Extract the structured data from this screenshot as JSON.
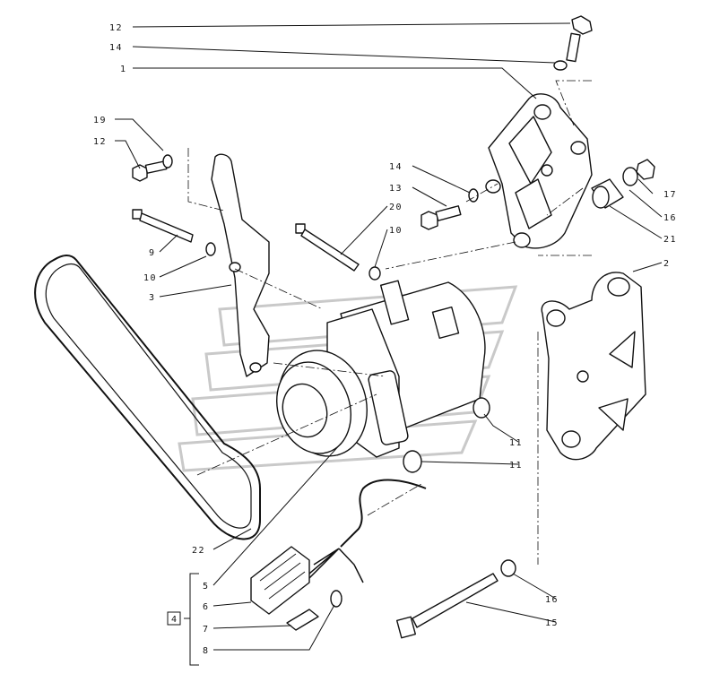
{
  "callouts": [
    {
      "id": "c12a",
      "text": "12"
    },
    {
      "id": "c14a",
      "text": "14"
    },
    {
      "id": "c1",
      "text": "1"
    },
    {
      "id": "c19",
      "text": "19"
    },
    {
      "id": "c12b",
      "text": "12"
    },
    {
      "id": "c14b",
      "text": "14"
    },
    {
      "id": "c13",
      "text": "13"
    },
    {
      "id": "c17",
      "text": "17"
    },
    {
      "id": "c16a",
      "text": "16"
    },
    {
      "id": "c21",
      "text": "21"
    },
    {
      "id": "c20",
      "text": "20"
    },
    {
      "id": "c10a",
      "text": "10"
    },
    {
      "id": "c9",
      "text": "9"
    },
    {
      "id": "c10b",
      "text": "10"
    },
    {
      "id": "c3",
      "text": "3"
    },
    {
      "id": "c2",
      "text": "2"
    },
    {
      "id": "c11a",
      "text": "11"
    },
    {
      "id": "c11b",
      "text": "11"
    },
    {
      "id": "c22",
      "text": "22"
    },
    {
      "id": "c5",
      "text": "5"
    },
    {
      "id": "c6",
      "text": "6"
    },
    {
      "id": "c7",
      "text": "7"
    },
    {
      "id": "c8",
      "text": "8"
    },
    {
      "id": "c16b",
      "text": "16"
    },
    {
      "id": "c15",
      "text": "15"
    }
  ],
  "group_box_label": "4"
}
